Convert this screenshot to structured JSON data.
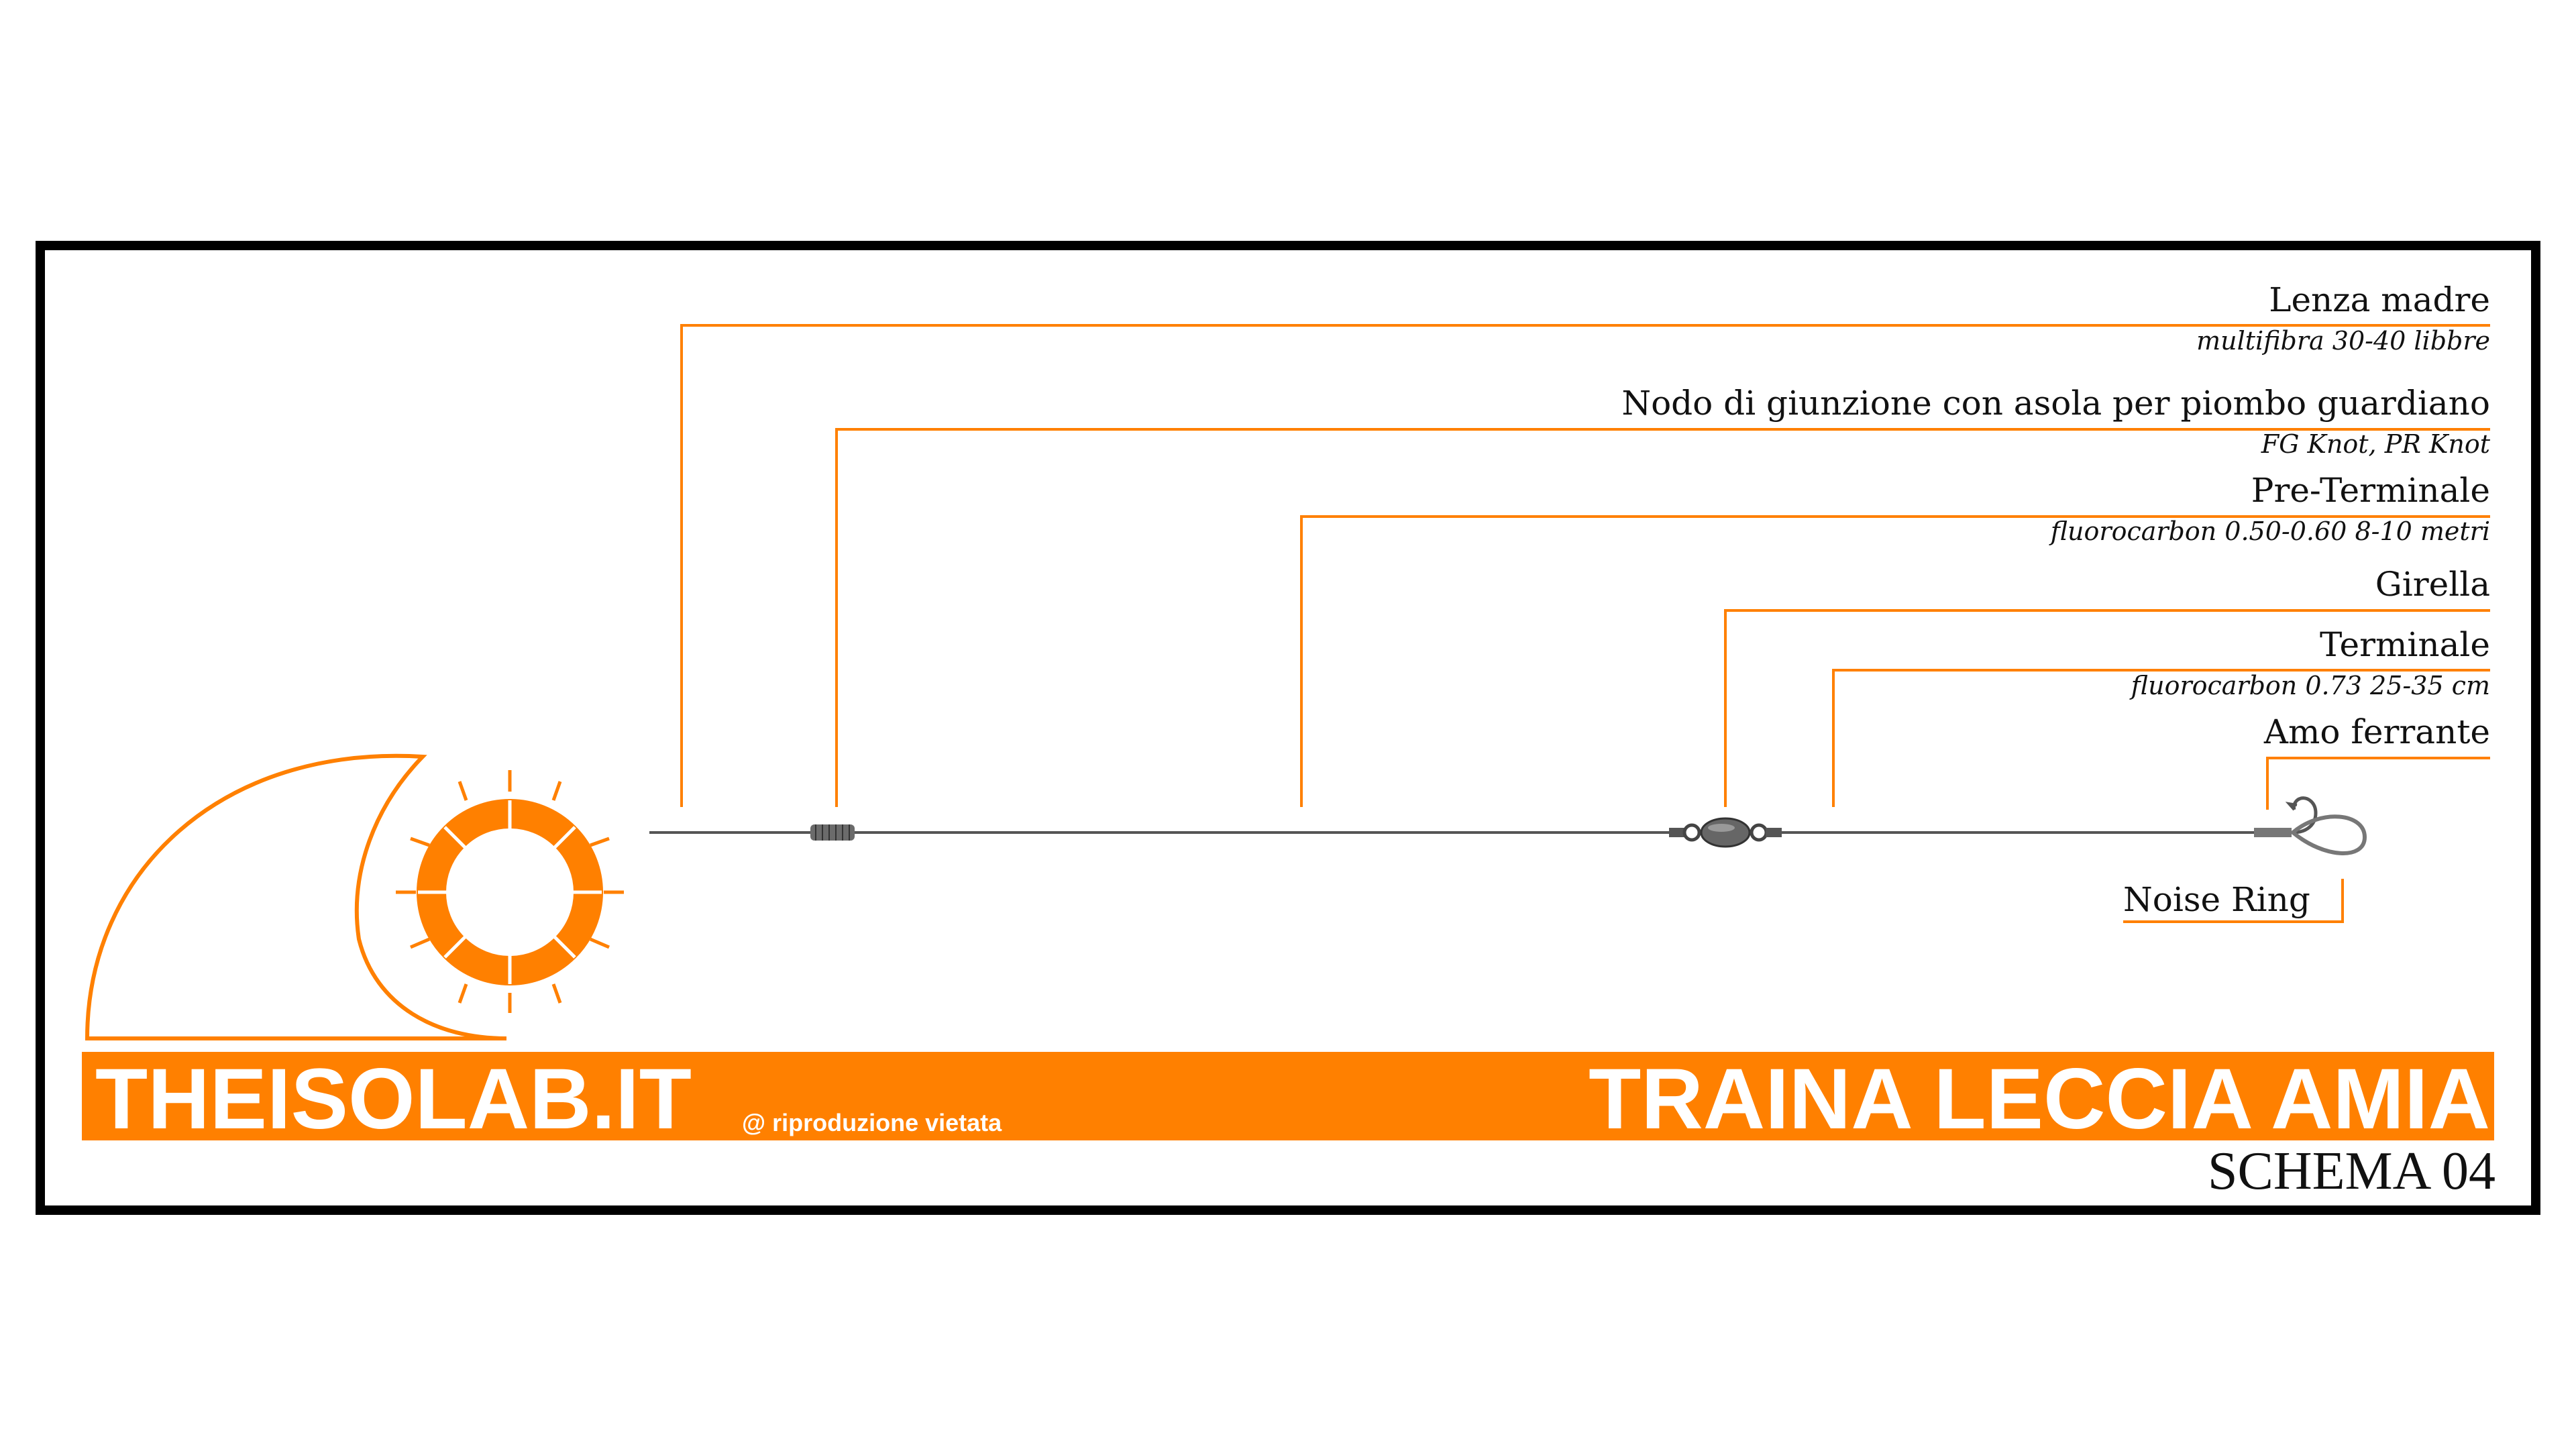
{
  "brand": {
    "name": "THEISOLAB.IT",
    "copyright": "@ riproduzione vietata",
    "accent": "#ff8000"
  },
  "title": {
    "main": "TRAINA LECCIA AMIA",
    "scheme": "SCHEMA 04"
  },
  "components": [
    {
      "name": "Lenza madre",
      "detail": "multifibra 30-40 libbre"
    },
    {
      "name": "Nodo di giunzione con asola per piombo guardiano",
      "detail": "FG Knot, PR Knot"
    },
    {
      "name": "Pre-Terminale",
      "detail": "fluorocarbon 0.50-0.60 8-10 metri"
    },
    {
      "name": "Girella",
      "detail": ""
    },
    {
      "name": "Terminale",
      "detail": "fluorocarbon 0.73 25-35 cm"
    },
    {
      "name": "Amo ferrante",
      "detail": ""
    },
    {
      "name": "Noise Ring",
      "detail": ""
    }
  ],
  "colors": {
    "leader_line": "#ff8000",
    "frame": "#000000",
    "banner": "#ff8000",
    "fishing_line": "#555555"
  }
}
